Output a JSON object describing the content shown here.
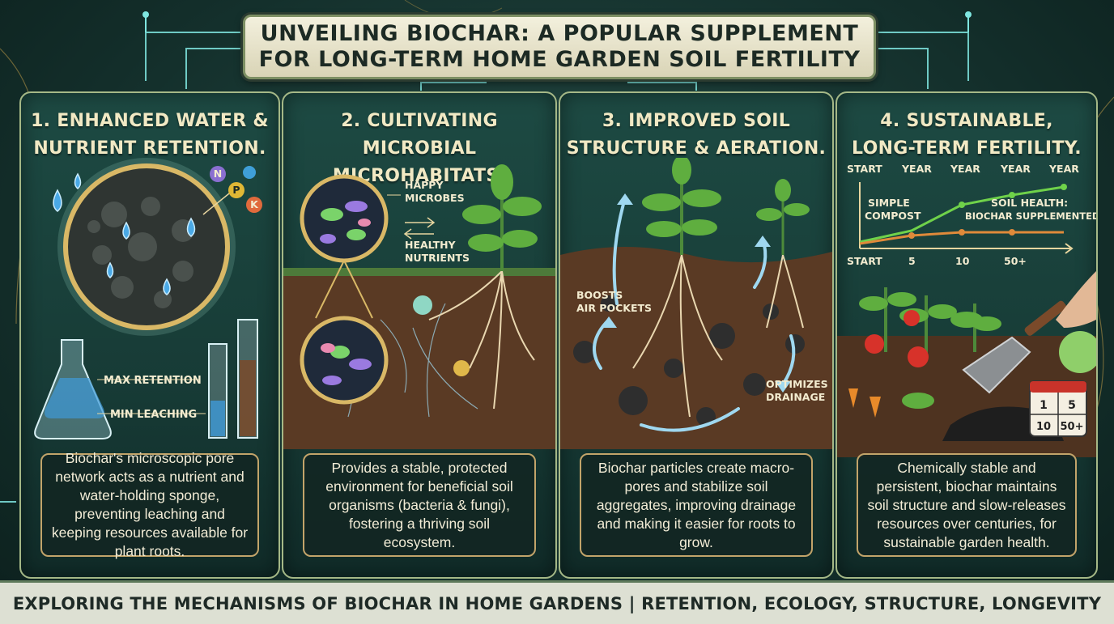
{
  "title": {
    "line1": "UNVEILING BIOCHAR: A POPULAR SUPPLEMENT",
    "line2": "FOR LONG-TERM HOME GARDEN SOIL FERTILITY"
  },
  "panels": [
    {
      "heading_line1": "1. ENHANCED WATER &",
      "heading_line2": "NUTRIENT RETENTION.",
      "labels": {
        "max": "MAX RETENTION",
        "min": "MIN LEACHING",
        "n": "N",
        "p": "P",
        "k": "K"
      },
      "description": "Biochar's microscopic pore network acts as a nutrient and water-holding sponge, preventing leaching and keeping resources available for plant roots."
    },
    {
      "heading_line1": "2. CULTIVATING MICROBIAL",
      "heading_line2": "MICROHABITATS.",
      "labels": {
        "happy1": "HAPPY",
        "happy2": "MICROBES",
        "healthy1": "HEALTHY",
        "healthy2": "NUTRIENTS"
      },
      "description": "Provides a stable, protected environment for beneficial soil organisms (bacteria & fungi), fostering a thriving soil ecosystem."
    },
    {
      "heading_line1": "3. IMPROVED SOIL",
      "heading_line2": "STRUCTURE & AERATION.",
      "labels": {
        "boosts1": "BOOSTS",
        "boosts2": "AIR POCKETS",
        "opt1": "OPTIMIZES",
        "opt2": "DRAINAGE"
      },
      "description": "Biochar particles create macro-pores and stabilize soil aggregates, improving drainage and making it easier for roots to grow."
    },
    {
      "heading_line1": "4. SUSTAINABLE,",
      "heading_line2": "LONG-TERM FERTILITY.",
      "labels": {
        "top_axis": [
          "START",
          "YEAR",
          "YEAR",
          "YEAR",
          "YEAR"
        ],
        "bottom_axis": [
          "START",
          "5",
          "10",
          "50+"
        ],
        "compost1": "SIMPLE",
        "compost2": "COMPOST",
        "soil1": "SOIL HEALTH:",
        "soil2": "BIOCHAR SUPPLEMENTED",
        "calendar": [
          "1",
          "5",
          "10",
          "50+"
        ]
      },
      "description": "Chemically stable and persistent, biochar maintains soil structure and slow-releases resources over centuries, for sustainable garden health."
    }
  ],
  "footer": "EXPLORING THE MECHANISMS OF BIOCHAR IN HOME GARDENS | RETENTION, ECOLOGY, STRUCTURE, LONGEVITY",
  "colors": {
    "panel_border": "#a5b887",
    "accent_gold": "#c2a46a",
    "glow": "#7fe6e0",
    "green_line": "#6fd24a",
    "orange_line": "#e08a3a"
  }
}
